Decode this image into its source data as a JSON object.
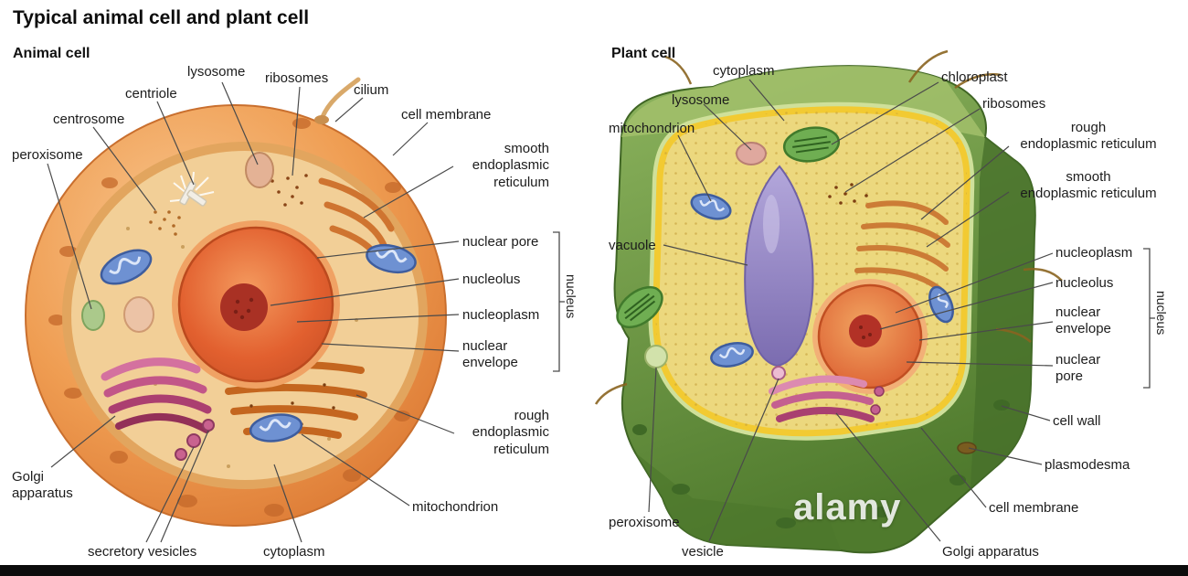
{
  "title": "Typical animal cell and plant cell",
  "watermark": "alamy",
  "colors": {
    "animal_cell_body": "#ef9d52",
    "animal_cytoplasm": "#f2cf97",
    "animal_nucleus": "#d95b2d",
    "nucleolus": "#a93124",
    "mitochondrion": "#6e91d2",
    "golgi": "#c25688",
    "plant_cell_body": "#6b9444",
    "plant_cytoplasm": "#ecd87e",
    "plant_membrane": "#f2ca32",
    "vacuole": "#8d7fc0",
    "chloroplast": "#6fae52",
    "background": "#ffffff"
  },
  "animal_cell": {
    "heading": "Animal cell",
    "labels": {
      "lysosome": "lysosome",
      "ribosomes": "ribosomes",
      "cilium": "cilium",
      "cell_membrane": "cell membrane",
      "smooth_er": "smooth\nendoplasmic\nreticulum",
      "centriole": "centriole",
      "centrosome": "centrosome",
      "peroxisome": "peroxisome",
      "nuclear_pore": "nuclear pore",
      "nucleolus": "nucleolus",
      "nucleoplasm": "nucleoplasm",
      "nuclear_envelope": "nuclear\nenvelope",
      "nucleus": "nucleus",
      "rough_er": "rough\nendoplasmic\nreticulum",
      "mitochondrion": "mitochondrion",
      "golgi_apparatus": "Golgi\napparatus",
      "secretory_vesicles": "secretory vesicles",
      "cytoplasm": "cytoplasm"
    }
  },
  "plant_cell": {
    "heading": "Plant cell",
    "labels": {
      "cytoplasm": "cytoplasm",
      "chloroplast": "chloroplast",
      "lysosome": "lysosome",
      "ribosomes": "ribosomes",
      "mitochondrion": "mitochondrion",
      "rough_er": "rough\nendoplasmic reticulum",
      "smooth_er": "smooth\nendoplasmic reticulum",
      "vacuole": "vacuole",
      "nucleoplasm": "nucleoplasm",
      "nucleolus": "nucleolus",
      "nuclear_envelope": "nuclear\nenvelope",
      "nuclear_pore": "nuclear\npore",
      "nucleus": "nucleus",
      "cell_wall": "cell wall",
      "plasmodesma": "plasmodesma",
      "cell_membrane": "cell membrane",
      "peroxisome": "peroxisome",
      "vesicle": "vesicle",
      "golgi_apparatus": "Golgi apparatus"
    }
  }
}
